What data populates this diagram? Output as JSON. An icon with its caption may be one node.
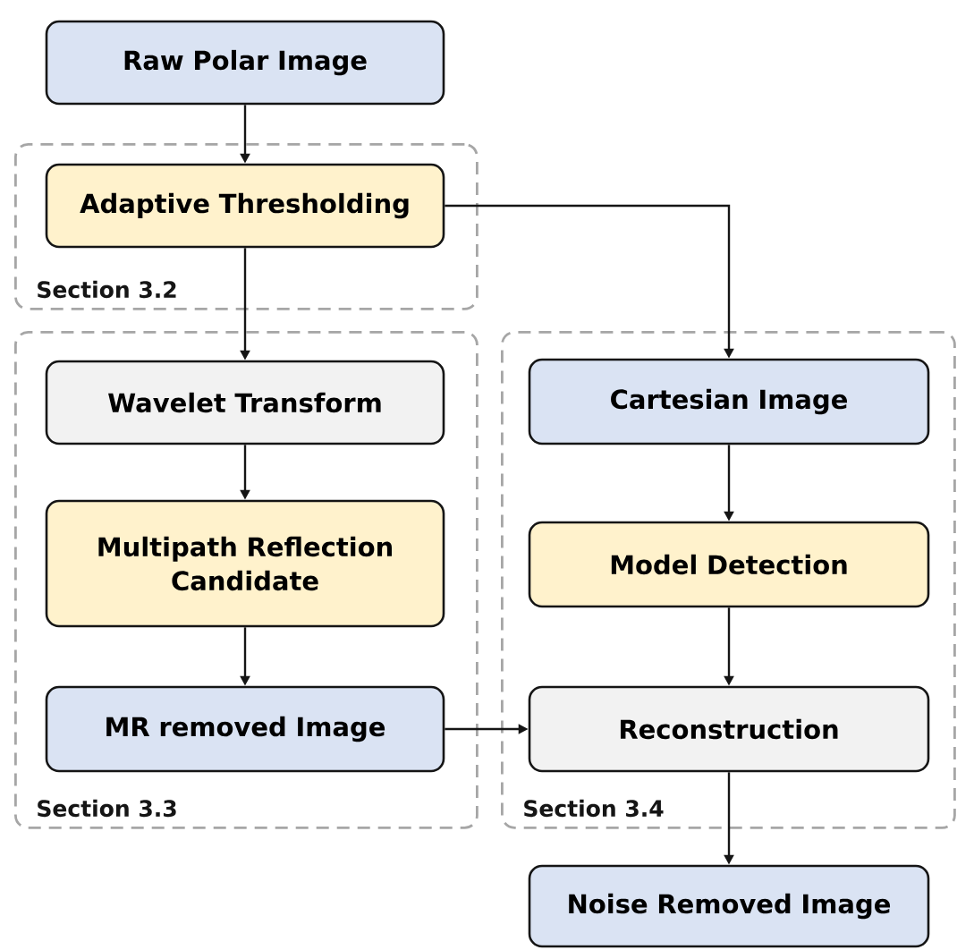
{
  "diagram": {
    "nodes": [
      {
        "text": [
          "Raw Polar Image"
        ]
      },
      {
        "text": [
          "Section 3.2"
        ]
      },
      {
        "text": [
          "Adaptive Thresholding"
        ],
        "in": 1
      },
      {
        "text": [
          "Section 3.3"
        ]
      },
      {
        "text": [
          "Wavelet Transform"
        ],
        "in": 3
      },
      {
        "text": [
          "Multipath Reflection Candidate"
        ],
        "in": 3
      },
      {
        "text": [
          "MR removed Image"
        ],
        "in": 3
      },
      {
        "text": [
          "Section 3.4"
        ]
      },
      {
        "text": [
          "Cartesian Image"
        ],
        "in": 7
      },
      {
        "text": [
          "Model Detection"
        ],
        "in": 7
      },
      {
        "text": [
          "Reconstruction"
        ],
        "in": 7
      },
      {
        "text": [
          "Noise Removed Image"
        ]
      }
    ],
    "edges": [
      {
        "from": 0,
        "to": 2,
        "arrow": "to"
      },
      {
        "from": 2,
        "to": 4,
        "arrow": "to"
      },
      {
        "from": 2,
        "to": 8,
        "arrow": "to"
      },
      {
        "from": 4,
        "to": 5,
        "arrow": "to"
      },
      {
        "from": 5,
        "to": 6,
        "arrow": "to"
      },
      {
        "from": 6,
        "to": 10,
        "arrow": "to"
      },
      {
        "from": 8,
        "to": 9,
        "arrow": "to"
      },
      {
        "from": 9,
        "to": 10,
        "arrow": "to"
      },
      {
        "from": 10,
        "to": 11,
        "arrow": "to"
      }
    ]
  }
}
